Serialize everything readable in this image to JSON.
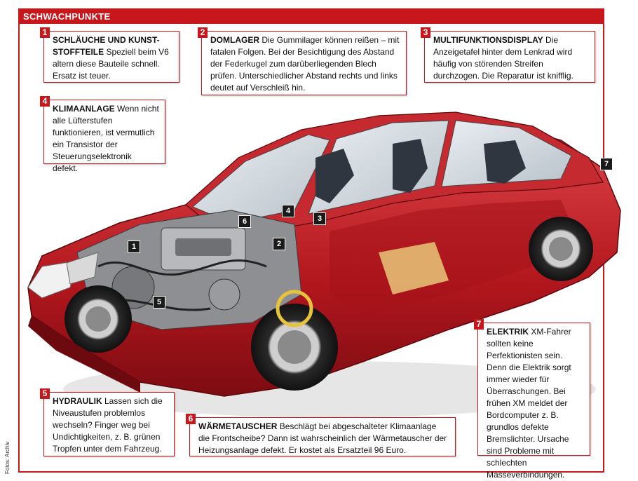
{
  "header": {
    "title": "SCHWACHPUNKTE"
  },
  "credit": "Fotos: Archiv",
  "callouts": [
    {
      "num": "1",
      "head": "SCHLÄUCHE UND KUNST-STOFFTEILE",
      "text": " Speziell beim V6 altern diese Bauteile schnell. Ersatz ist teuer."
    },
    {
      "num": "2",
      "head": "DOMLAGER",
      "text": " Die Gummilager können reißen – mit fatalen Folgen. Bei der Besichtigung des Abstand der Federkugel zum darüberliegenden Blech prüfen. Unterschiedlicher Abstand rechts und links deutet auf Verschleiß hin."
    },
    {
      "num": "3",
      "head": "MULTIFUNKTIONSDISPLAY",
      "text": " Die Anzeigetafel hinter dem Lenkrad wird häufig von störenden Streifen durchzogen. Die Reparatur ist knifflig."
    },
    {
      "num": "4",
      "head": "KLIMAANLAGE",
      "text": " Wenn nicht alle Lüfterstufen funktionieren, ist vermutlich ein Transistor der Steuerungselektronik defekt."
    },
    {
      "num": "5",
      "head": "HYDRAULIK",
      "text": " Lassen sich die Niveaustufen problemlos wechseln? Finger weg bei Undichtigkeiten, z. B. grünen Tropfen unter dem Fahrzeug."
    },
    {
      "num": "6",
      "head": "WÄRMETAUSCHER",
      "text": " Beschlägt bei abgeschalteter Klimaanlage die Frontscheibe? Dann ist wahrscheinlich der Wärmetauscher der Heizungsanlage defekt. Er kostet als Ersatzteil 96 Euro."
    },
    {
      "num": "7",
      "head": "ELEKTRIK",
      "text": " XM-Fahrer sollten keine Perfektionisten sein. Denn die Elektrik sorgt immer wieder für Überraschungen. Bei frühen XM meldet der Bordcomputer z. B. grundlos defekte Bremslichter. Ursache sind Probleme mit schlechten Masseverbindungen."
    }
  ],
  "markers": [
    "1",
    "2",
    "3",
    "4",
    "5",
    "6",
    "7"
  ]
}
